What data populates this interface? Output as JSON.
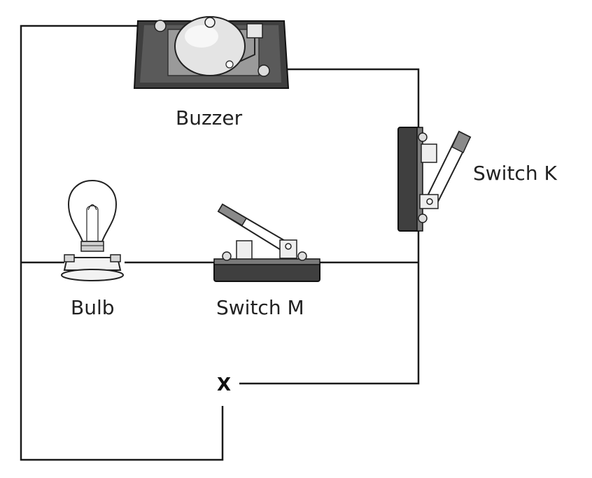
{
  "labels": {
    "buzzer": "Buzzer",
    "switch_k": "Switch K",
    "bulb": "Bulb",
    "switch_m": "Switch M",
    "point_x": "X"
  },
  "colors": {
    "wire": "#1a1a1a",
    "device_dark": "#4a4a4a",
    "device_mid": "#8a8a8a",
    "device_light": "#d9d9d9"
  }
}
